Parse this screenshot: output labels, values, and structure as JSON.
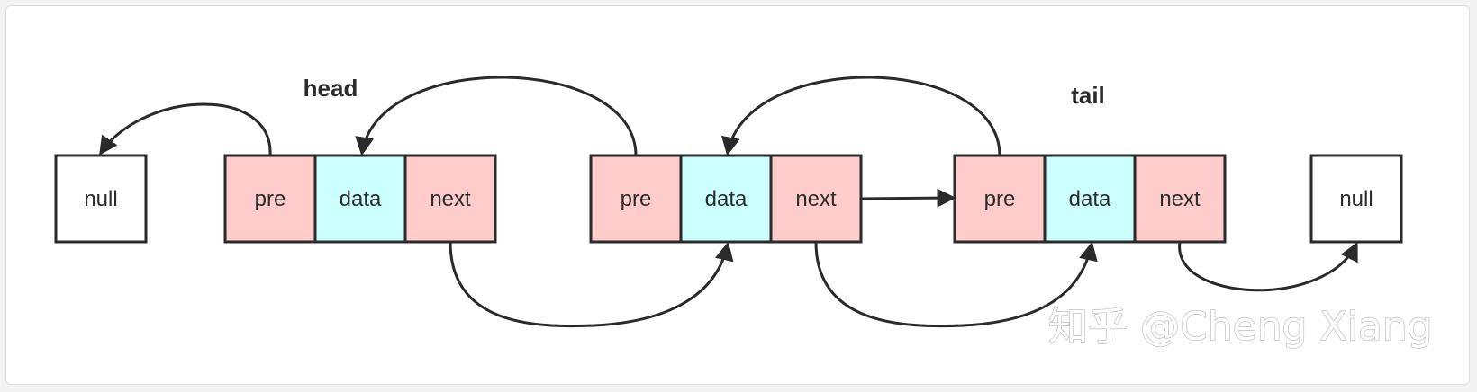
{
  "colors": {
    "pointer_fill": "#ffcccc",
    "data_fill": "#ccffff",
    "null_fill": "#ffffff",
    "stroke": "#2a2a2a"
  },
  "nodes": [
    {
      "pre": "pre",
      "data": "data",
      "next": "next"
    },
    {
      "pre": "pre",
      "data": "data",
      "next": "next"
    },
    {
      "pre": "pre",
      "data": "data",
      "next": "next"
    }
  ],
  "null_left": "null",
  "null_right": "null",
  "labels": {
    "head": "head",
    "tail": "tail"
  },
  "watermark": "知乎 @Cheng Xiang"
}
